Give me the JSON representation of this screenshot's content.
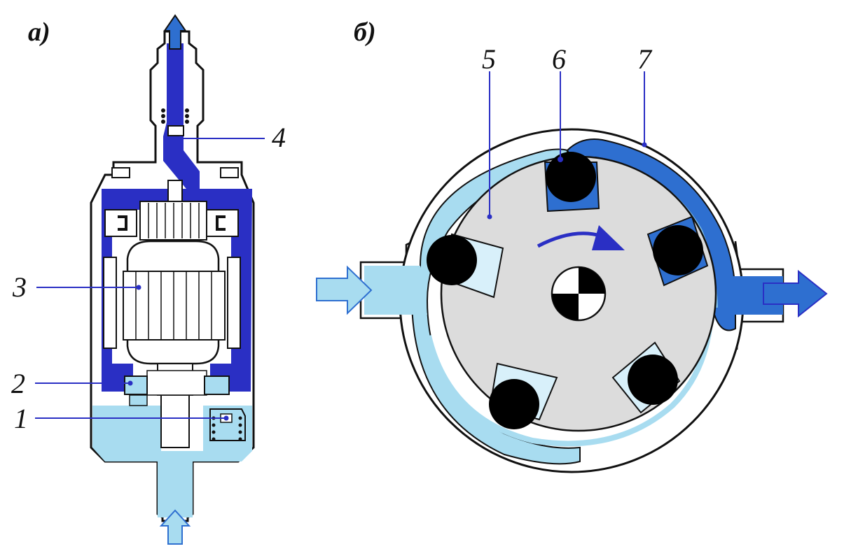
{
  "panels": {
    "a": {
      "label": "а)"
    },
    "b": {
      "label": "б)"
    }
  },
  "callouts": [
    {
      "id": "c1",
      "text": "1"
    },
    {
      "id": "c2",
      "text": "2"
    },
    {
      "id": "c3",
      "text": "3"
    },
    {
      "id": "c4",
      "text": "4"
    },
    {
      "id": "c5",
      "text": "5"
    },
    {
      "id": "c6",
      "text": "6"
    },
    {
      "id": "c7",
      "text": "7"
    }
  ],
  "colors": {
    "dark_blue": "#2a2fc4",
    "mid_blue": "#2e6fd0",
    "light_blue": "#a8dcf0",
    "pale_fill": "#d8f0fa",
    "rotor_gray": "#dcdcdc",
    "outline": "#111111",
    "roller": "#000000"
  }
}
